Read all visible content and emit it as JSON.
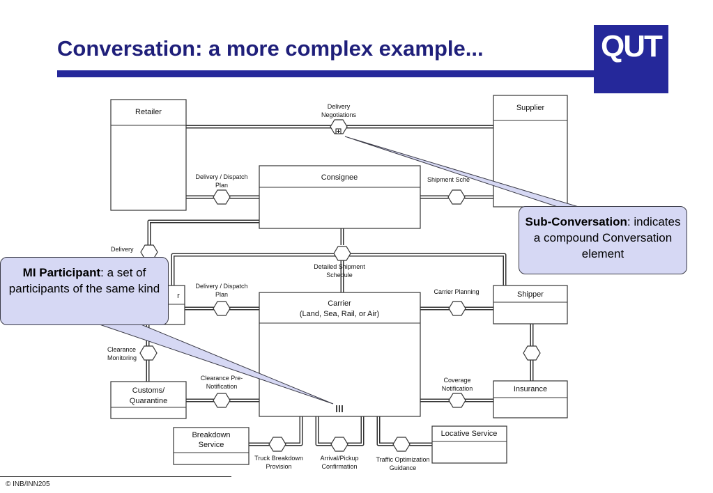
{
  "slide": {
    "title": "Conversation: a more complex example...",
    "logo": "QUT",
    "footer": "© INB/INN205"
  },
  "participants": {
    "retailer": "Retailer",
    "supplier": "Supplier",
    "consignee": "Consignee",
    "carrier_line1": "Carrier",
    "carrier_line2": "(Land, Sea, Rail, or Air)",
    "shipper": "Shipper",
    "insurance": "Insurance",
    "customs_line1": "Customs/",
    "customs_line2": "Quarantine",
    "breakdown_line1": "Breakdown",
    "breakdown_line2": "Service",
    "locative": "Locative Service",
    "partial_left": "r"
  },
  "conversations": {
    "delivery_negotiations_l1": "Delivery",
    "delivery_negotiations_l2": "Negotiations",
    "delivery_dispatch_top_l1": "Delivery / Dispatch",
    "delivery_dispatch_top_l2": "Plan",
    "shipment_schedule": "Shipment Sche",
    "delivery_partial": "Delivery",
    "detailed_schedule_l1": "Detailed Shipment",
    "detailed_schedule_l2": "Schedule",
    "delivery_dispatch_mid_l1": "Delivery / Dispatch",
    "delivery_dispatch_mid_l2": "Plan",
    "carrier_planning": "Carrier Planning",
    "clearance_monitoring_l1": "Clearance",
    "clearance_monitoring_l2": "Monitoring",
    "clearance_pre_l1": "Clearance Pre-",
    "clearance_pre_l2": "Notification",
    "coverage_l1": "Coverage",
    "coverage_l2": "Notification",
    "truck_l1": "Truck Breakdown",
    "truck_l2": "Provision",
    "arrival_l1": "Arrival/Pickup",
    "arrival_l2": "Confirmation",
    "traffic_l1": "Traffic Optimization",
    "traffic_l2": "Guidance"
  },
  "callouts": {
    "sub_bold": "Sub-Conversation",
    "sub_rest": ": indicates a compound Conversation element",
    "mi_bold": "MI Participant",
    "mi_rest": ": a set of participants of the same kind"
  }
}
